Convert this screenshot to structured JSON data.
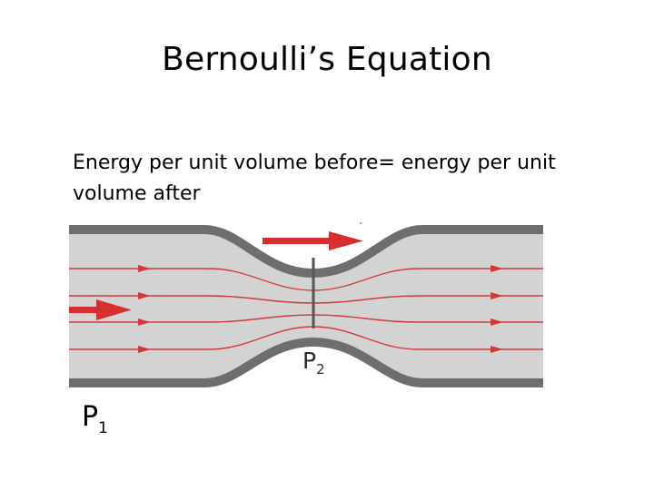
{
  "slide": {
    "title": "Bernoulli’s Equation",
    "body": "Energy per unit volume before= energy per unit volume after"
  },
  "diagram": {
    "p2_label": "P",
    "p2_sub": "2",
    "p1_label": "P",
    "p1_sub": "1",
    "colors": {
      "pipe_wall": "#6e6e6e",
      "fluid": "#d3d3d3",
      "streamline": "#d23a3a",
      "flow_arrow": "#d62f2f",
      "gauge": "#555555"
    }
  }
}
